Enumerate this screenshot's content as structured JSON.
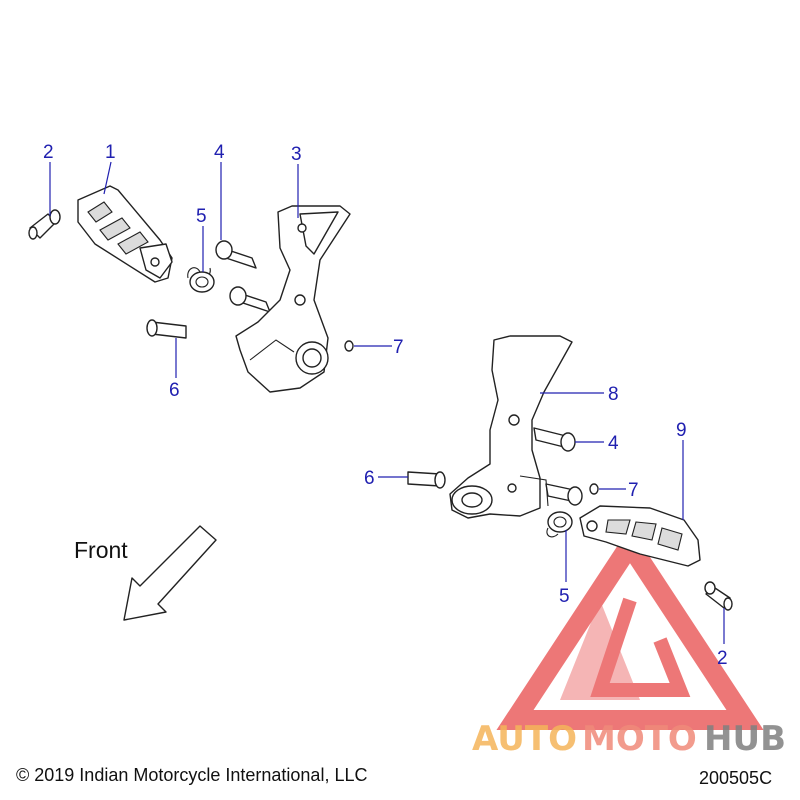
{
  "callouts": {
    "c1": "1",
    "c2a": "2",
    "c3": "3",
    "c4a": "4",
    "c5a": "5",
    "c6a": "6",
    "c7a": "7",
    "c8": "8",
    "c4b": "4",
    "c6b": "6",
    "c7b": "7",
    "c9": "9",
    "c5b": "5",
    "c2b": "2"
  },
  "front_label": "Front",
  "copyright": "© 2019 Indian Motorcycle International, LLC",
  "diagram_code": "200505C",
  "watermark": {
    "part1": "AUTO",
    "part2": "MOTO",
    "part3": "HUB"
  },
  "colors": {
    "callout": "#2020b0",
    "watermark_red": "#e84a4a",
    "watermark_orange": "#f5b55a",
    "watermark_gray": "#808080"
  }
}
